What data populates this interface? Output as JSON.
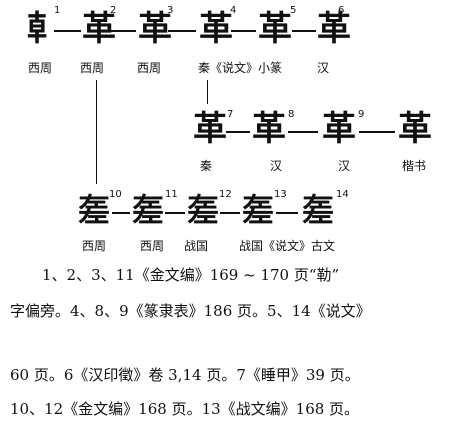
{
  "row1": {
    "glyphs": [
      "𠦝",
      "革",
      "革",
      "革",
      "革",
      "革"
    ],
    "numbers": [
      "1",
      "2",
      "3",
      "4",
      "5",
      "6"
    ],
    "labels": [
      "西周",
      "西周",
      "西周",
      "秦《说文》小篆",
      "汉"
    ]
  },
  "row2": {
    "glyphs": [
      "革",
      "革",
      "革",
      "革"
    ],
    "numbers": [
      "7",
      "8",
      "9"
    ],
    "labels": [
      "秦",
      "汉",
      "汉",
      "楷书"
    ]
  },
  "row3": {
    "glyphs": [
      "𢀡",
      "𢀡",
      "𢀡",
      "𢀡",
      "𢀡"
    ],
    "numbers": [
      "10",
      "11",
      "12",
      "13",
      "14"
    ],
    "labels": [
      "西周",
      "西周",
      "战国",
      "战国《说文》古文"
    ]
  },
  "notes": [
    "1、2、3、11《金文编》169 ~ 170 页“勒”",
    "字偏旁。4、8、9《篆隶表》186 页。5、14《说文》",
    "60 页。6《汉印徵》卷 3,14 页。7《睡甲》39 页。",
    "10、12《金文编》168 页。13《战文编》168 页。"
  ]
}
